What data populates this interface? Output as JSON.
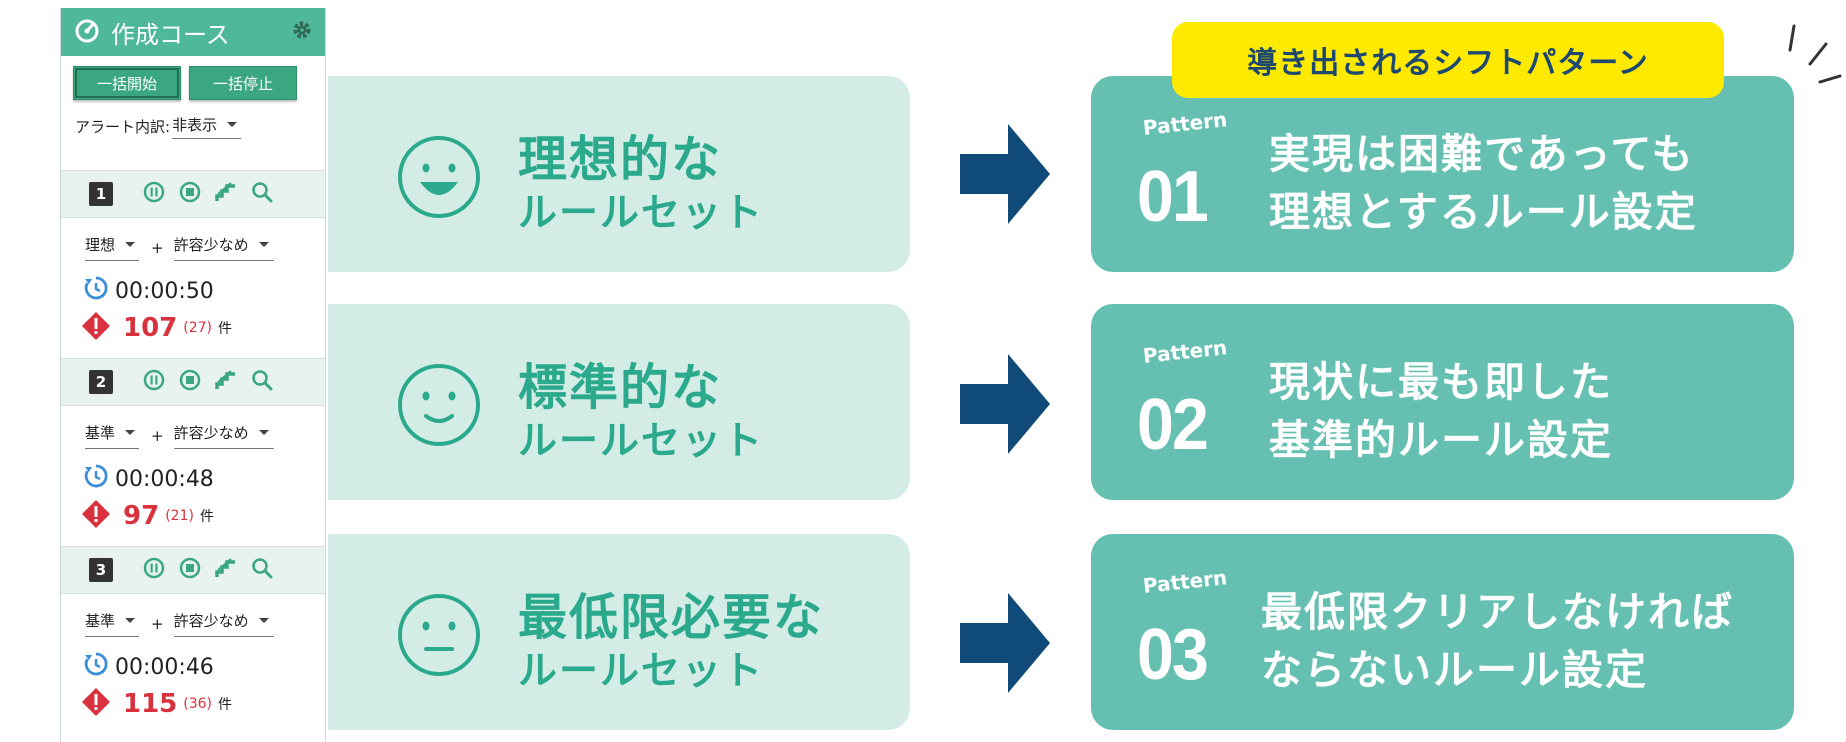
{
  "panel": {
    "title": "作成コース",
    "start_all": "一括開始",
    "stop_all": "一括停止",
    "alert_label": "アラート内訳:",
    "alert_value": "非表示",
    "courses": [
      {
        "num": "1",
        "rule": "理想",
        "tolerance": "許容少なめ",
        "plus": "+",
        "time": "00:00:50",
        "alerts": "107",
        "count": "(27)",
        "unit": "件"
      },
      {
        "num": "2",
        "rule": "基準",
        "tolerance": "許容少なめ",
        "plus": "+",
        "time": "00:00:48",
        "alerts": "97",
        "count": "(21)",
        "unit": "件"
      },
      {
        "num": "3",
        "rule": "基準",
        "tolerance": "許容少なめ",
        "plus": "+",
        "time": "00:00:46",
        "alerts": "115",
        "count": "(36)",
        "unit": "件"
      }
    ]
  },
  "rulesets": [
    {
      "face": "smile-face-icon",
      "line1": "理想的な",
      "line2": "ルールセット"
    },
    {
      "face": "calm-smile-face-icon",
      "line1": "標準的な",
      "line2": "ルールセット"
    },
    {
      "face": "neutral-face-icon",
      "line1": "最低限必要な",
      "line2": "ルールセット"
    }
  ],
  "badge": "導き出されるシフトパターン",
  "patterns": [
    {
      "word": "Pattern",
      "num": "01",
      "line1": "実現は困難であっても",
      "line2": "理想とするルール設定"
    },
    {
      "word": "Pattern",
      "num": "02",
      "line1": "現状に最も即した",
      "line2": "基準的ルール設定"
    },
    {
      "word": "Pattern",
      "num": "03",
      "line1": "最低限クリアしなければ",
      "line2": "ならないルール設定"
    }
  ],
  "colors": {
    "green_header": "#4fb79a",
    "rule_bg": "#d3ece5",
    "rule_text": "#2aa98c",
    "pattern_bg": "#65c0b2",
    "arrow": "#0f4a78",
    "badge_bg": "#fdea00",
    "alert_red": "#d9313e"
  }
}
